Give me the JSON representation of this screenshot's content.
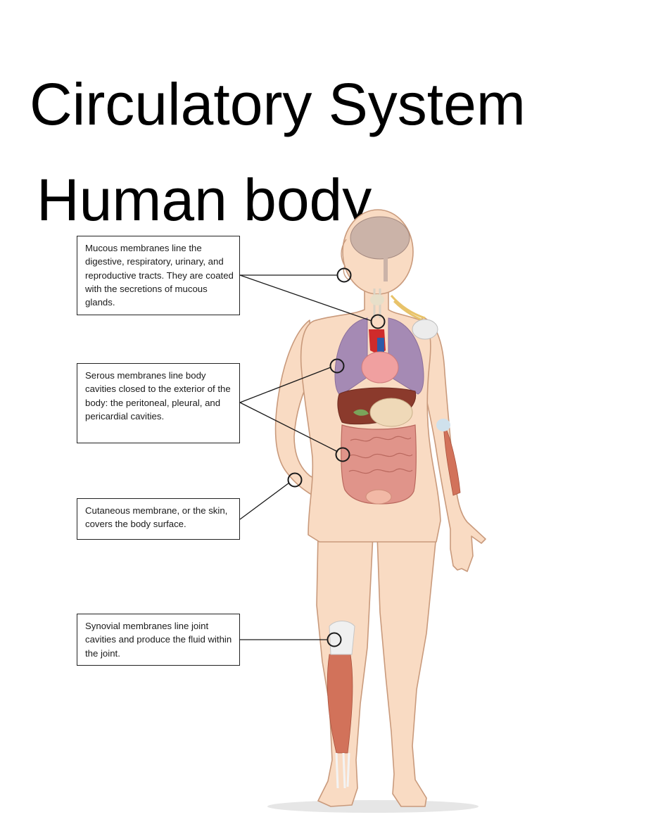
{
  "title": "Circulatory System",
  "subtitle": "Human body",
  "callouts": {
    "mucous": "Mucous membranes line the digestive, respiratory, urinary, and reproductive tracts. They are coated with the secretions of mucous glands.",
    "serous": "Serous membranes line body cavities closed to the exterior of the body: the peritoneal, pleural, and pericardial cavities.",
    "cutaneous": "Cutaneous membrane, or the skin, covers the body surface.",
    "synovial": "Synovial membranes line joint cavities and produce the fluid within the joint."
  },
  "colors": {
    "skin": "#f9dbc3",
    "skin_outline": "#c99a7c",
    "lung": "#a58ab4",
    "liver": "#8b3a2c",
    "intestine": "#e0948a",
    "muscle": "#d2725a",
    "brain": "#cbb3a8"
  }
}
